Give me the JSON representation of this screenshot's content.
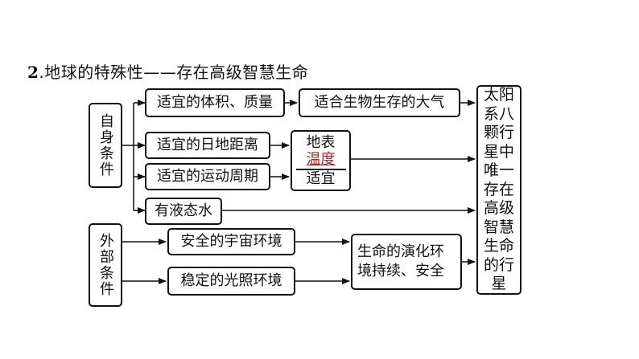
{
  "title": {
    "number": "2",
    "text": ".地球的特殊性——存在高级智慧生命"
  },
  "groups": {
    "internal": "自身条件",
    "external": "外部条件"
  },
  "conditions": {
    "size_mass": "适宜的体积、质量",
    "distance": "适宜的日地距离",
    "rotation": "适宜的运动周期",
    "water": "有液态水",
    "universe": "安全的宇宙环境",
    "light": "稳定的光照环境"
  },
  "results": {
    "atmosphere": "适合生物生存的大气",
    "temperature_top": "地表",
    "temperature_answer": "温度",
    "temperature_bottom": "适宜",
    "evolution": "生命的演化环境持续、安全"
  },
  "conclusion": "太阳系八颗行星中唯一存在高级智慧生命的行星"
}
